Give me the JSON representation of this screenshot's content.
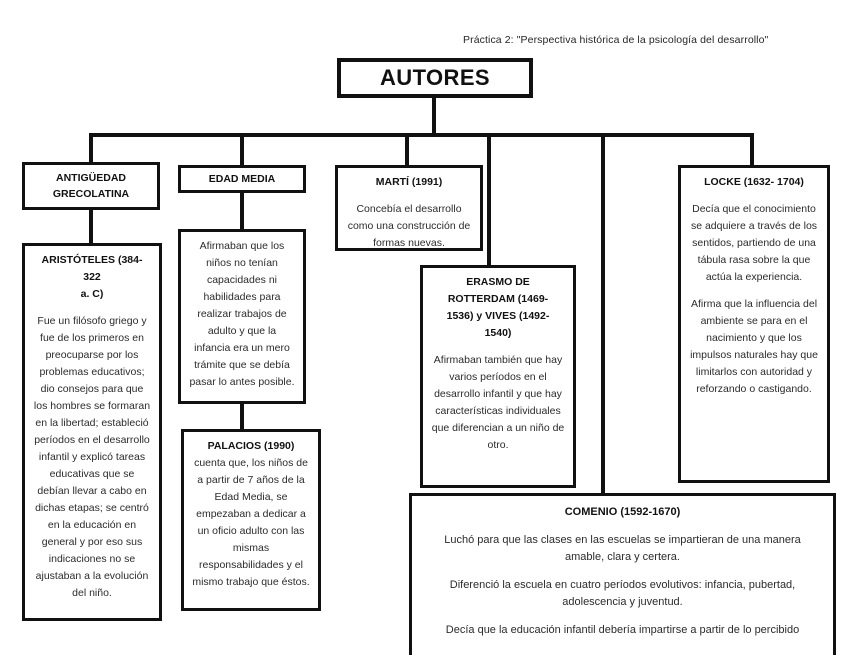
{
  "page": {
    "caption": "Práctica 2: \"Perspectiva histórica de la psicología del desarrollo\"",
    "background": "#ffffff",
    "ink": "#111111"
  },
  "diagram": {
    "type": "flowchart-tree",
    "root": {
      "label": "AUTORES"
    },
    "branches": [
      {
        "id": "antiguedad",
        "header": {
          "line1": "ANTIGÜEDAD",
          "line2": "GRECOLATINA"
        },
        "child": {
          "id": "aristoteles",
          "title_line1": "ARISTÓTELES (384- 322",
          "title_line2": "a. C)",
          "body": "Fue un filósofo griego y fue de los primeros en preocuparse por los problemas educativos; dio consejos para que los hombres se formaran en la libertad; estableció períodos en el desarrollo infantil y explicó tareas educativas que se debían llevar a cabo en dichas etapas; se centró en la educación en general y por eso sus indicaciones no se ajustaban a la evolución del niño."
        }
      },
      {
        "id": "edad-media",
        "header": {
          "line1": "EDAD MEDIA"
        },
        "child": {
          "id": "edad-media-desc",
          "body": "Afirmaban que los niños no tenían capacidades ni habilidades para realizar trabajos de adulto y que la infancia era un mero trámite que se debía pasar lo antes posible."
        },
        "grandchild": {
          "id": "palacios",
          "title": "PALACIOS (1990)",
          "body": "cuenta que, los niños de a partir de 7 años de la Edad Media, se empezaban a dedicar a un oficio adulto con las mismas responsabilidades y el mismo trabajo que éstos."
        }
      },
      {
        "id": "marti",
        "header": {
          "title": "MARTÍ (1991)",
          "body": "Concebía el desarrollo como una construcción de formas nuevas."
        }
      },
      {
        "id": "erasmo",
        "header": {
          "title_line1": "ERASMO DE",
          "title_line2": "ROTTERDAM (1469-",
          "title_line3": "1536) y VIVES (1492-",
          "title_line4": "1540)",
          "body": "Afirmaban también que hay varios períodos en el desarrollo infantil y que hay características individuales que diferencian a un niño de otro."
        }
      },
      {
        "id": "comenio",
        "header": {
          "title": "COMENIO (1592-1670)",
          "para1": "Luchó para que las clases en las escuelas se impartieran de una manera amable, clara y certera.",
          "para2": "Diferenció la escuela en cuatro períodos evolutivos: infancia, pubertad, adolescencia y juventud.",
          "para3": "Decía que la educación infantil debería impartirse a partir de lo percibido"
        }
      },
      {
        "id": "locke",
        "header": {
          "title": "LOCKE (1632- 1704)",
          "para1": "Decía que el conocimiento se adquiere a través de los sentidos, partiendo de una tábula rasa sobre la que actúa la experiencia.",
          "para2": "Afirma que la influencia del ambiente se para en el nacimiento y que los impulsos naturales hay que limitarlos con autoridad y reforzando o castigando."
        }
      }
    ]
  }
}
